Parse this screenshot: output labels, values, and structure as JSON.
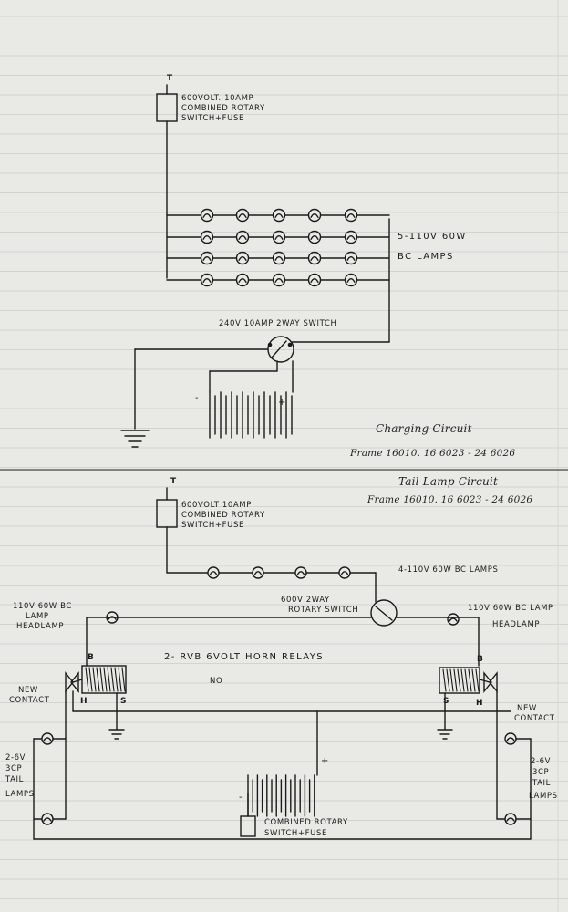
{
  "charging_circuit": {
    "terminal": "T",
    "fuse_label": [
      "600VOLT. 10AMP",
      "COMBINED ROTARY",
      "SWITCH+FUSE"
    ],
    "lamps_label": [
      "5-110V 60W",
      "BC LAMPS"
    ],
    "switch_label": "240V 10AMP 2WAY SWITCH",
    "battery_neg": "-",
    "battery_pos": "+",
    "title": "Charging Circuit",
    "reference": "Frame 16010. 16 6023 - 24 6026"
  },
  "tail_lamp_circuit": {
    "title": "Tail Lamp Circuit",
    "reference": "Frame 16010. 16 6023 - 24 6026",
    "terminal": "T",
    "fuse_label": [
      "600VOLT 10AMP",
      "COMBINED ROTARY",
      "SWITCH+FUSE"
    ],
    "lamps_label": "4-110V 60W BC LAMPS",
    "rotary_switch_label": [
      "600V 2WAY",
      "ROTARY SWITCH"
    ],
    "left_headlamp_label": [
      "110V 60W BC",
      "LAMP",
      "HEADLAMP"
    ],
    "right_headlamp_label": [
      "110V 60W BC LAMP",
      "HEADLAMP"
    ],
    "relay_label": "2- RVB 6VOLT HORN RELAYS",
    "relay_no": "NO",
    "left_contact_label": [
      "NEW",
      "CONTACT"
    ],
    "right_contact_label": [
      "NEW",
      "CONTACT"
    ],
    "left_tail_label": [
      "2-6V",
      "3CP",
      "TAIL",
      "LAMPS"
    ],
    "right_tail_label": [
      "2-6V",
      "3CP",
      "TAIL",
      "LAMPS"
    ],
    "relay_terminals": {
      "b": "B",
      "h": "H",
      "s": "S"
    },
    "battery_pos": "+",
    "battery_neg": "-",
    "bottom_fuse_label": [
      "COMBINED ROTARY",
      "SWITCH+FUSE"
    ]
  }
}
